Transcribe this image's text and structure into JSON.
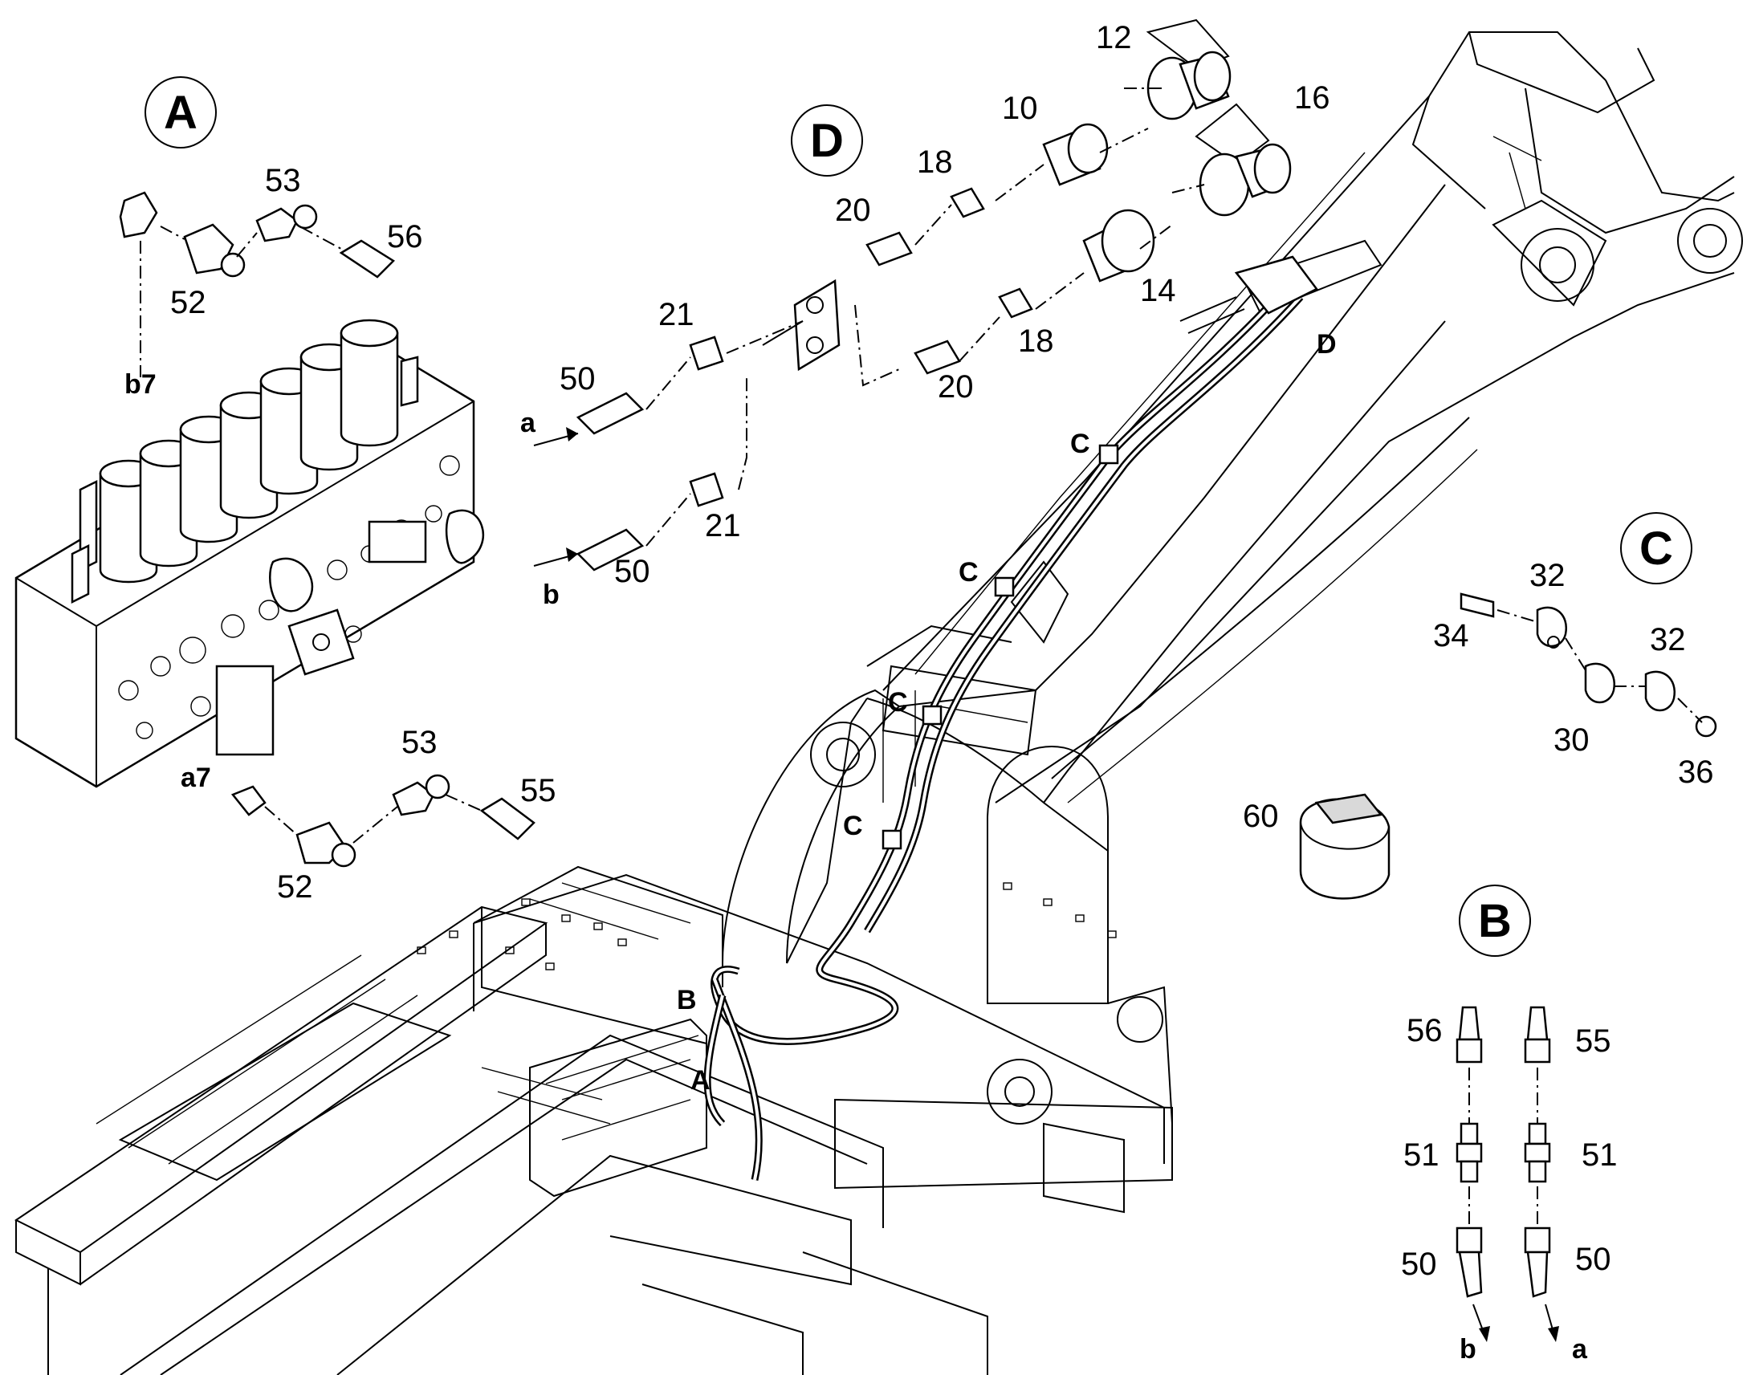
{
  "views": {
    "A": "A",
    "B": "B",
    "C": "C",
    "D": "D"
  },
  "labels": {
    "b7": "b7",
    "a7": "a7",
    "a": "a",
    "b": "b",
    "loc_A": "A",
    "loc_B": "B",
    "loc_C1": "C",
    "loc_C2": "C",
    "loc_C3": "C",
    "loc_C4": "C",
    "loc_D": "D"
  },
  "callouts": {
    "a_53_top": "53",
    "a_56": "56",
    "a_52_top": "52",
    "a_53_bot": "53",
    "a_55": "55",
    "a_52_bot": "52",
    "d_12": "12",
    "d_10": "10",
    "d_16": "16",
    "d_18_top": "18",
    "d_20_top": "20",
    "d_21_top": "21",
    "d_50_top": "50",
    "d_14": "14",
    "d_18_bot": "18",
    "d_20_bot": "20",
    "d_21_bot": "21",
    "d_50_bot": "50",
    "c_32_top": "32",
    "c_34": "34",
    "c_32_right": "32",
    "c_30": "30",
    "c_36": "36",
    "n_60": "60",
    "b_56": "56",
    "b_55": "55",
    "b_51_left": "51",
    "b_51_right": "51",
    "b_50_left": "50",
    "b_50_right": "50",
    "b_b": "b",
    "b_a": "a"
  },
  "colors": {
    "line": "#000000",
    "background": "#ffffff",
    "shading": "#d9d9d9"
  }
}
